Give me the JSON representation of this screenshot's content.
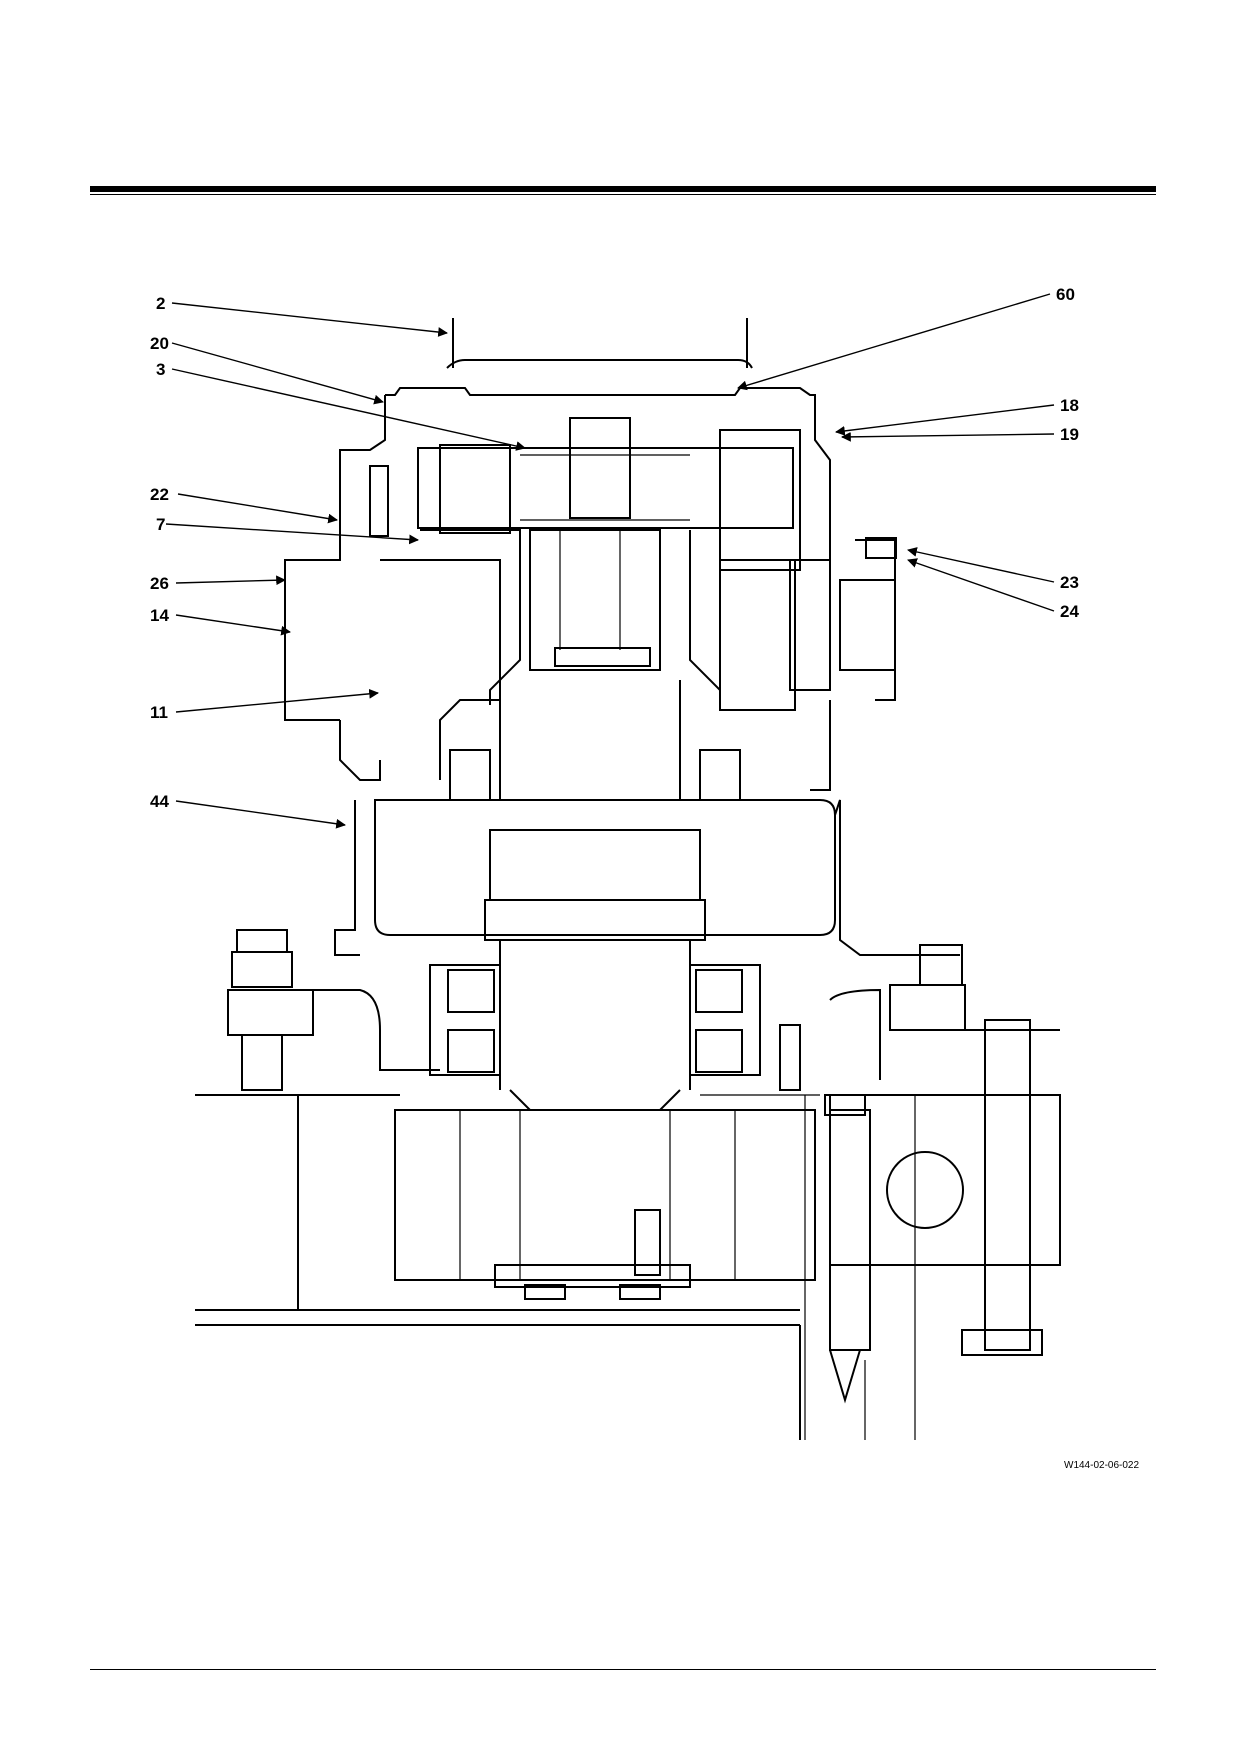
{
  "figure": {
    "reference": "W144-02-06-022",
    "callouts": [
      {
        "id": "c2",
        "label": "2"
      },
      {
        "id": "c20",
        "label": "20"
      },
      {
        "id": "c3",
        "label": "3"
      },
      {
        "id": "c22",
        "label": "22"
      },
      {
        "id": "c7",
        "label": "7"
      },
      {
        "id": "c26",
        "label": "26"
      },
      {
        "id": "c14",
        "label": "14"
      },
      {
        "id": "c11",
        "label": "11"
      },
      {
        "id": "c44",
        "label": "44"
      },
      {
        "id": "c60",
        "label": "60"
      },
      {
        "id": "c18",
        "label": "18"
      },
      {
        "id": "c19",
        "label": "19"
      },
      {
        "id": "c23",
        "label": "23"
      },
      {
        "id": "c24",
        "label": "24"
      }
    ]
  }
}
